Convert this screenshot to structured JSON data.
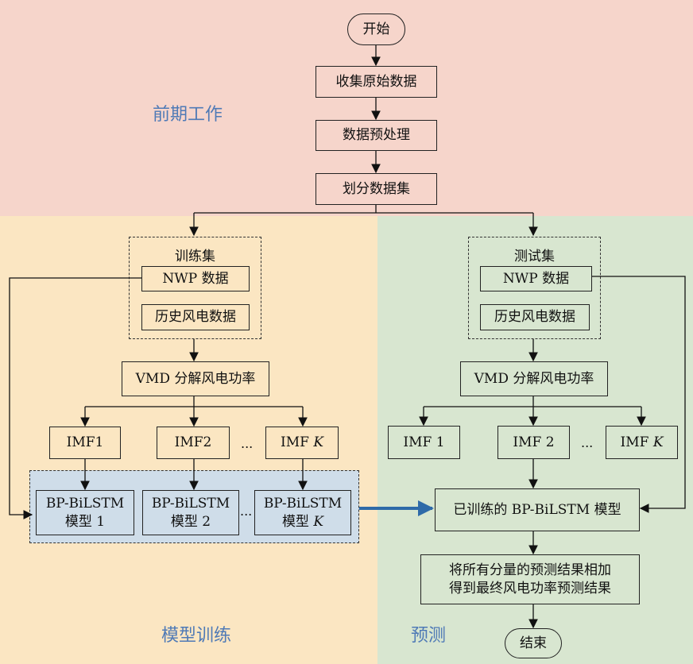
{
  "zones": {
    "prep": {
      "label": "前期工作",
      "color": "#f6d5cb"
    },
    "training": {
      "label": "模型训练",
      "color": "#fbe6c2"
    },
    "prediction": {
      "label": "预测",
      "color": "#d8e6d0"
    },
    "model_group_color": "#cfdde9"
  },
  "nodes": {
    "start": "开始",
    "collect": "收集原始数据",
    "preprocess": "数据预处理",
    "split": "划分数据集",
    "end": "结束"
  },
  "train": {
    "set_title": "训练集",
    "nwp": "NWP 数据",
    "history": "历史风电数据",
    "vmd": "VMD 分解风电功率",
    "imf1": "IMF1",
    "imf2": "IMF2",
    "imfk_prefix": "IMF ",
    "imfk_var": "K",
    "dots": "...",
    "model_line1": "BP-BiLSTM",
    "model1_line2": "模型 1",
    "model2_line2": "模型 2",
    "modelk_line2_prefix": "模型 ",
    "modelk_var": "K"
  },
  "test": {
    "set_title": "测试集",
    "nwp": "NWP 数据",
    "history": "历史风电数据",
    "vmd": "VMD 分解风电功率",
    "imf1": "IMF 1",
    "imf2": "IMF 2",
    "imfk_prefix": "IMF ",
    "imfk_var": "K",
    "dots": "...",
    "trained_model": "已训练的 BP-BiLSTM 模型",
    "sum_line1": "将所有分量的预测结果相加",
    "sum_line2": "得到最终风电功率预测结果"
  },
  "colors": {
    "arrow": "#111111",
    "transfer_arrow": "#2e6aa8"
  }
}
